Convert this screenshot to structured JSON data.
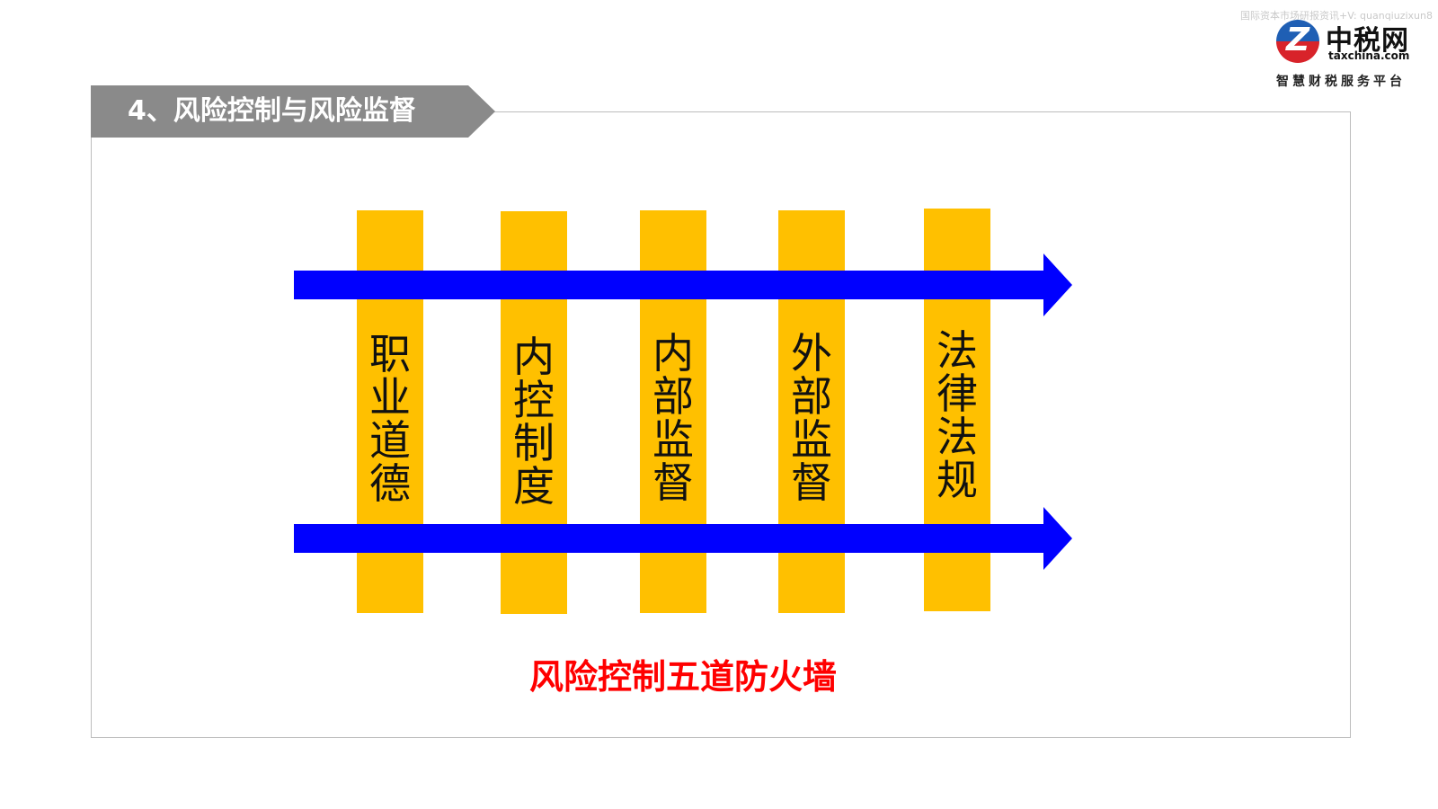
{
  "watermark": "国际资本市场研报资讯+V: quanqiuzixun8",
  "logo": {
    "mark": "Z",
    "name": "中税网",
    "domain": "taxchina.com",
    "slogan": "智慧财税服务平台"
  },
  "section_title": "4、风险控制与风险监督",
  "posts": [
    {
      "label": "职\n业\n道\n德"
    },
    {
      "label": "内\n控\n制\n度"
    },
    {
      "label": "内\n部\n监\n督"
    },
    {
      "label": "外\n部\n监\n督"
    },
    {
      "label": "法\n律\n法\n规"
    }
  ],
  "caption": "风险控制五道防火墙",
  "colors": {
    "banner": "#8a8a8a",
    "post": "#ffc000",
    "arrow": "#0000ff",
    "caption": "#ff0000"
  }
}
